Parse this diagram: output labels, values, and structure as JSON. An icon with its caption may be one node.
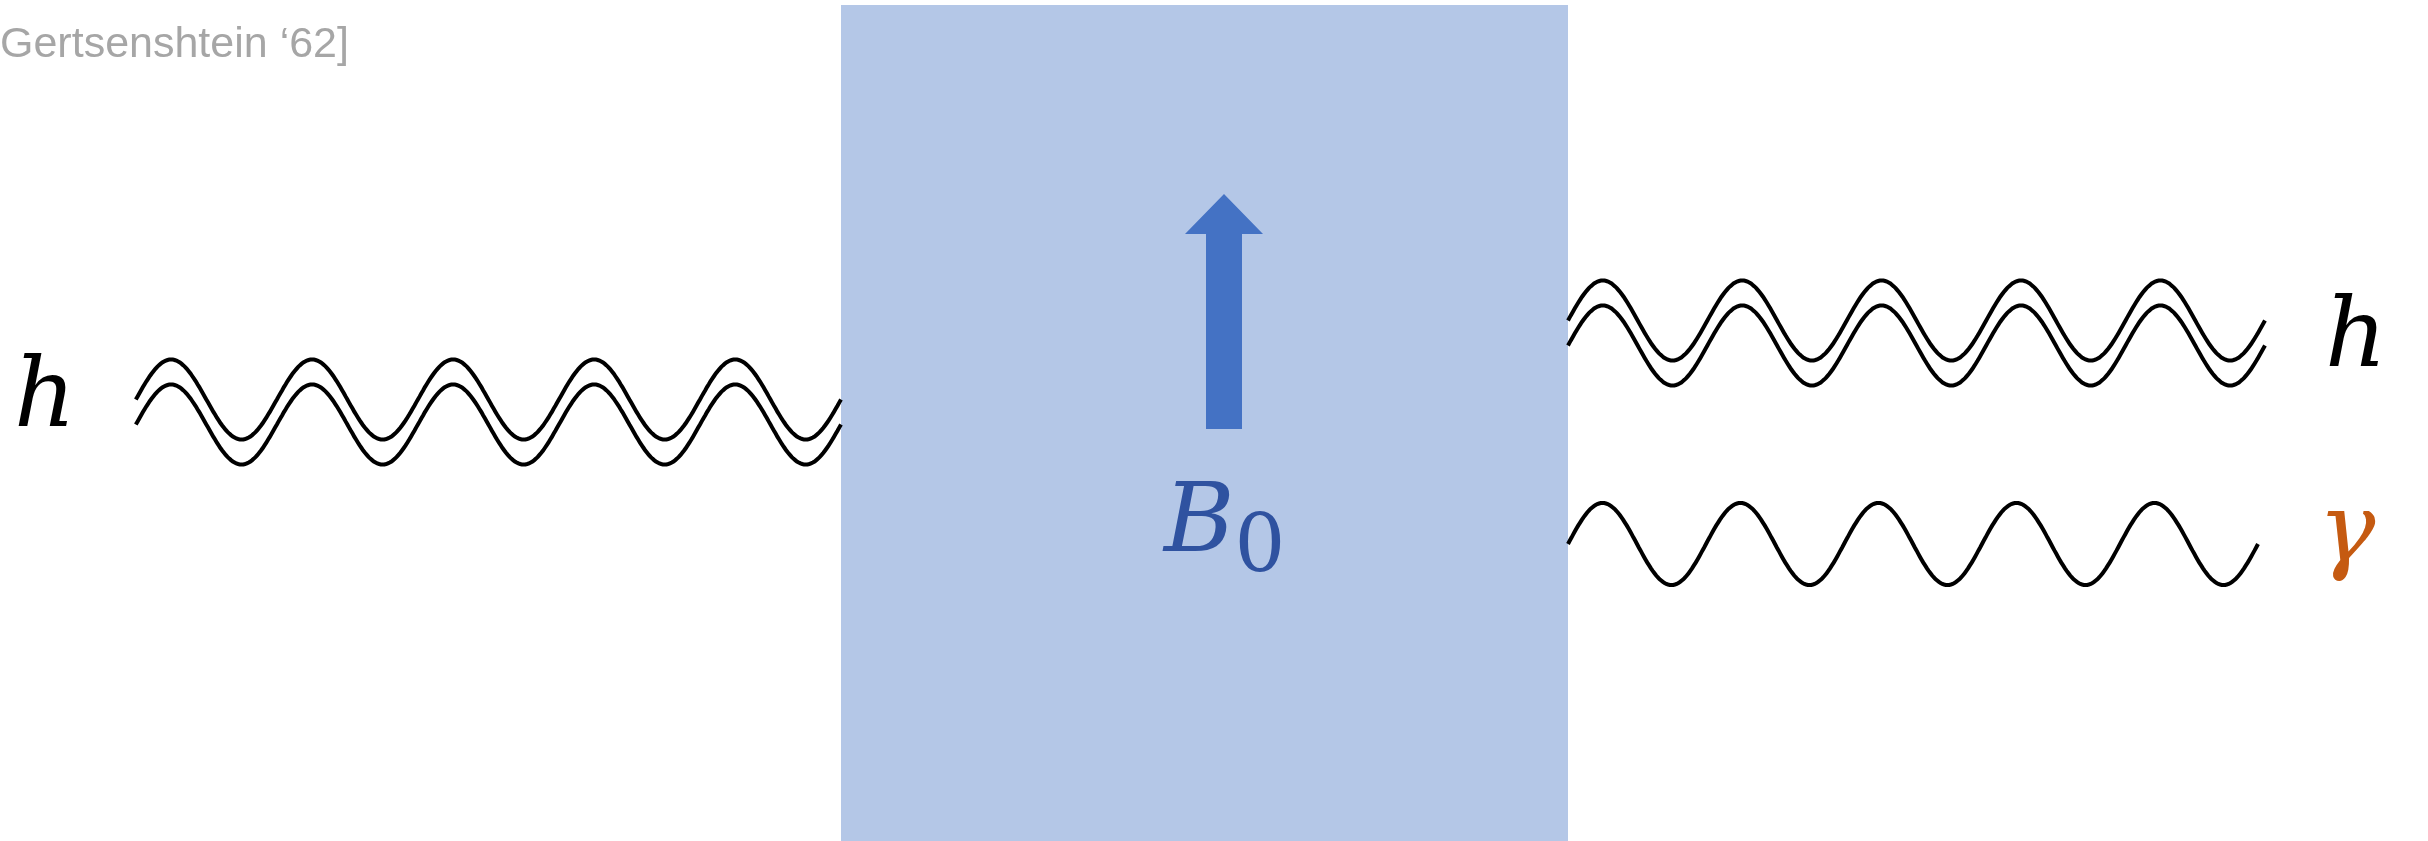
{
  "diagram": {
    "nodes": [
      {
        "text": [
          "*h*"
        ]
      },
      {
        "text": [
          "*B*$_{0}$"
        ]
      },
      {
        "text": [
          "*h*"
        ]
      },
      {
        "text": [
          "*γ*"
        ]
      }
    ],
    "edges": [
      {
        "from": 0,
        "to": 1,
        "arrow": "none"
      },
      {
        "from": 1,
        "to": 2,
        "arrow": "none"
      },
      {
        "from": 1,
        "to": 3,
        "arrow": "none"
      }
    ],
    "labels": [
      "Gertsenshtein ‘62]"
    ]
  }
}
